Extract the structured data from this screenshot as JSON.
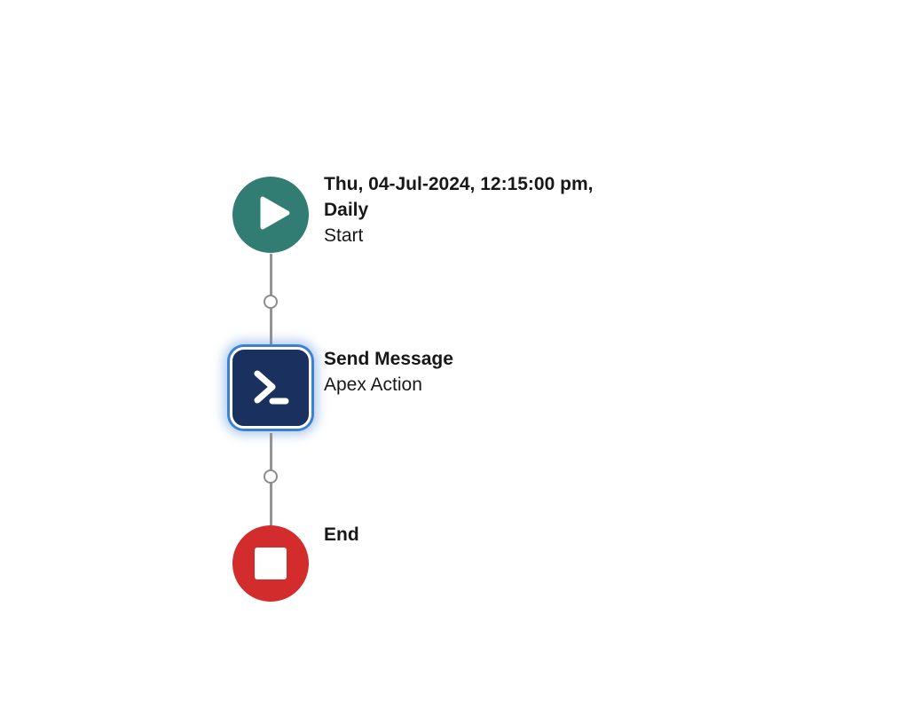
{
  "app": {
    "view": "flow-builder-canvas"
  },
  "colors": {
    "background": "#ffffff",
    "start_node_teal": "#317c73",
    "action_node_navy": "#1a3160",
    "end_node_red": "#d22c2c",
    "selection_blue": "#3d7fd2",
    "connector_gray": "#949494",
    "icon_white": "#ffffff",
    "text": "#181818"
  },
  "flow": {
    "nodes": [
      {
        "id": "start",
        "title_line1": "Thu, 04-Jul-2024, 12:15:00 pm,",
        "title_line2": "Daily",
        "subtitle": "Start",
        "icon": "play-icon",
        "shape": "circle",
        "selected": false
      },
      {
        "id": "send-message",
        "title": "Send Message",
        "subtitle": "Apex Action",
        "icon": "terminal-icon",
        "shape": "rounded-square",
        "selected": true
      },
      {
        "id": "end",
        "title": "End",
        "icon": "stop-icon",
        "shape": "circle",
        "selected": false
      }
    ],
    "connectors": [
      {
        "from": "start",
        "to": "send-message",
        "has_add_button": true
      },
      {
        "from": "send-message",
        "to": "end",
        "has_add_button": true
      }
    ]
  }
}
